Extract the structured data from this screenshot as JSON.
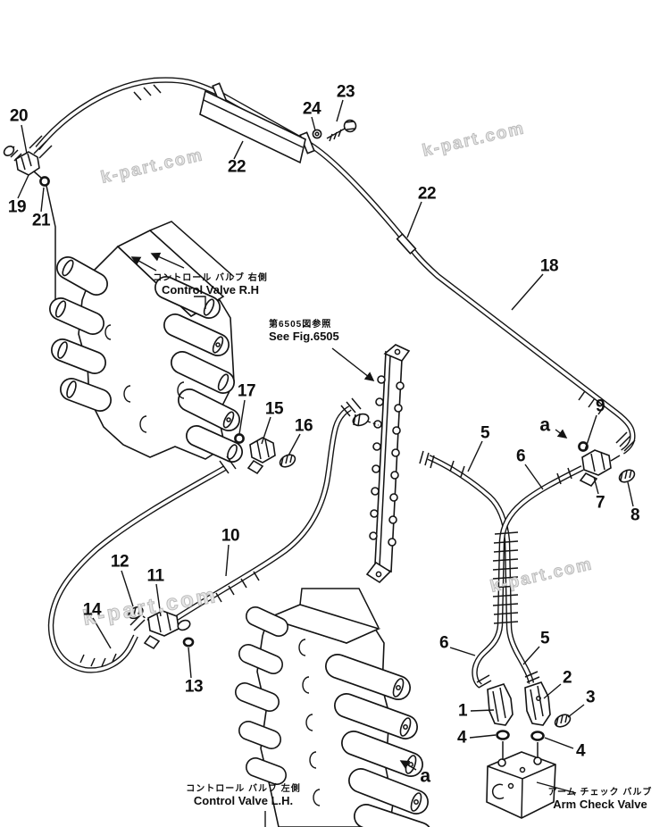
{
  "watermark": {
    "text": "k-part.com"
  },
  "callouts": {
    "c20": "20",
    "c19": "19",
    "c21": "21",
    "c24": "24",
    "c23": "23",
    "c22_plate": "22",
    "c22_hose": "22",
    "c18": "18",
    "c17": "17",
    "c15": "15",
    "c16": "16",
    "c10": "10",
    "c12": "12",
    "c11": "11",
    "c14": "14",
    "c13": "13",
    "c9": "9",
    "c7": "7",
    "c8": "8",
    "c5_top": "5",
    "c6_top": "6",
    "c6_bot": "6",
    "c5_bot": "5",
    "c1": "1",
    "c2": "2",
    "c3": "3",
    "c4_left": "4",
    "c4_right": "4",
    "a_top": "a",
    "a_bot": "a"
  },
  "captions": {
    "control_valve_rh": {
      "jp": "コントロール バルブ 右側",
      "en": "Control Valve R.H"
    },
    "see_fig": {
      "jp": "第6505図参照",
      "en": "See Fig.6505"
    },
    "control_valve_lh": {
      "jp": "コントロール バルブ 左側",
      "en": "Control Valve L.H."
    },
    "arm_check_valve": {
      "jp": "アーム チェック バルブ",
      "en": "Arm Check Valve"
    }
  }
}
